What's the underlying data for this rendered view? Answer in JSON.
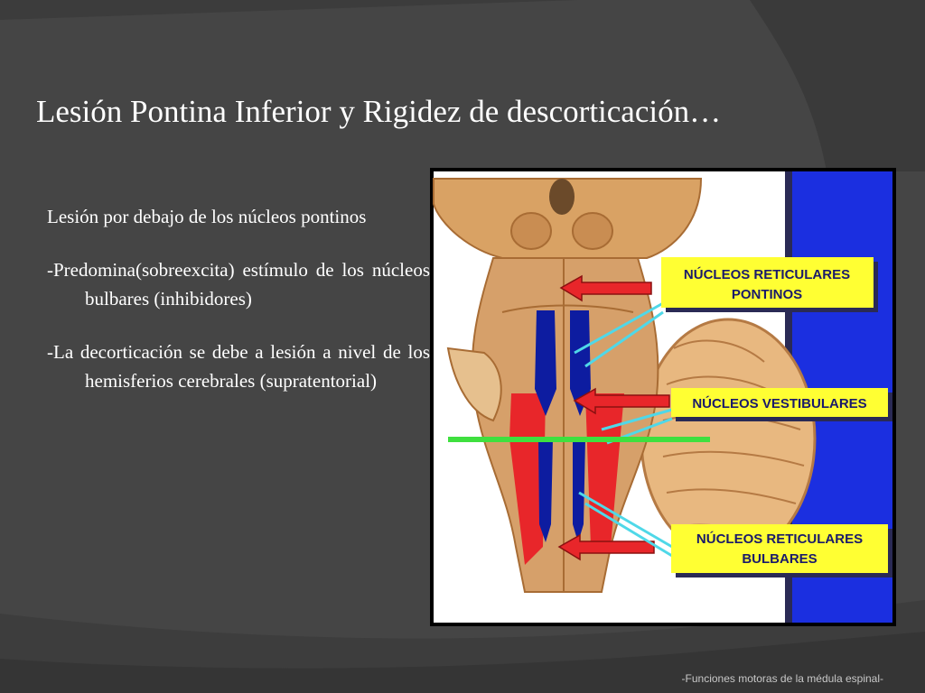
{
  "slide": {
    "title": "Lesión Pontina Inferior y Rigidez de descorticación…",
    "bullets": [
      "Lesión por debajo de los núcleos pontinos",
      "-Predomina(sobreexcita)  estímulo de los núcleos bulbares (inhibidores)",
      "-La decorticación se debe a lesión a nivel de los hemisferios cerebrales (supratentorial)"
    ],
    "footer": "-Funciones motoras de la médula espinal-"
  },
  "figure": {
    "labels": {
      "pontine_1": "NÚCLEOS RETICULARES",
      "pontine_2": "PONTINOS",
      "vestibular": "NÚCLEOS VESTIBULARES",
      "bulbar_1": "NÚCLEOS RETICULARES",
      "bulbar_2": "BULBARES"
    }
  },
  "colors": {
    "background": "#454545",
    "panel_blue": "#1b2fe0",
    "label_yellow": "#ffff33",
    "tissue": "#d6a06a",
    "tract_blue": "#0d1ca0",
    "tract_red": "#e8262a",
    "lesion_line": "#3fe03f",
    "pointer_cyan": "#4fd8e8"
  }
}
